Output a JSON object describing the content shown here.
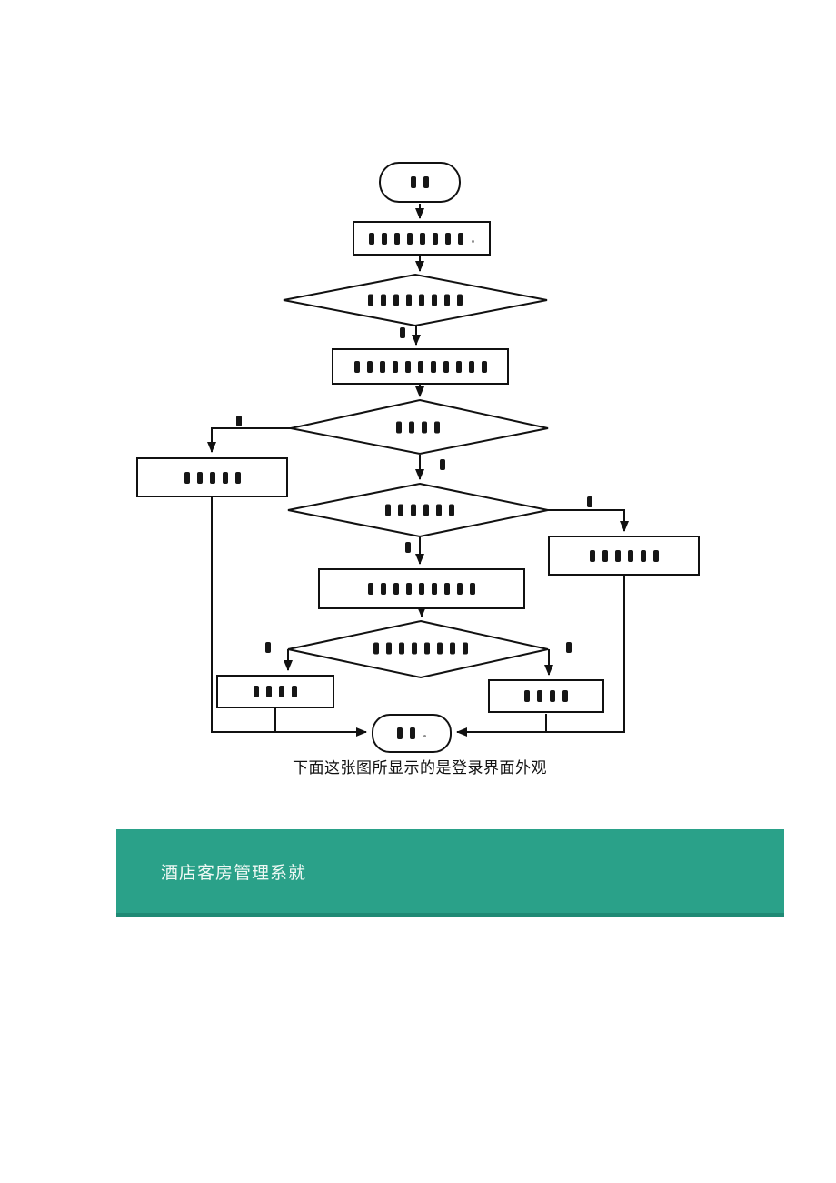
{
  "flowchart": {
    "line_color": "#111111",
    "glyph_color": "#161616",
    "note": "node labels are unrendered placeholder glyphs (tofu boxes)",
    "nodes": {
      "start": {
        "type": "terminal",
        "glyphs": 2
      },
      "step1": {
        "type": "process",
        "glyphs": 8,
        "dot": true
      },
      "decision1": {
        "type": "decision",
        "glyphs": 8
      },
      "step2": {
        "type": "process",
        "glyphs": 11
      },
      "decision2": {
        "type": "decision",
        "glyphs": 4
      },
      "left_process": {
        "type": "process",
        "glyphs": 5
      },
      "decision3": {
        "type": "decision",
        "glyphs": 6
      },
      "right_process": {
        "type": "process",
        "glyphs": 6
      },
      "step3": {
        "type": "process",
        "glyphs": 9
      },
      "decision4": {
        "type": "decision",
        "glyphs": 8
      },
      "bottom_left": {
        "type": "process",
        "glyphs": 4
      },
      "bottom_right": {
        "type": "process",
        "glyphs": 4
      },
      "end": {
        "type": "terminal",
        "glyphs": 2,
        "dot": true
      }
    },
    "edge_labels": {
      "decision1_down": {
        "glyphs": 1
      },
      "decision2_left": {
        "glyphs": 1
      },
      "decision2_down": {
        "glyphs": 1
      },
      "decision3_right": {
        "glyphs": 1
      },
      "decision3_down": {
        "glyphs": 1
      },
      "decision4_left": {
        "glyphs": 1
      },
      "decision4_right": {
        "glyphs": 1
      }
    }
  },
  "caption": {
    "text": "下面这张图所显示的是登录界面外观"
  },
  "banner": {
    "title": "酒店客房管理系就",
    "background": "#2aa189",
    "border_bottom": "#1f8a75",
    "text_color": "#eef8f4"
  }
}
